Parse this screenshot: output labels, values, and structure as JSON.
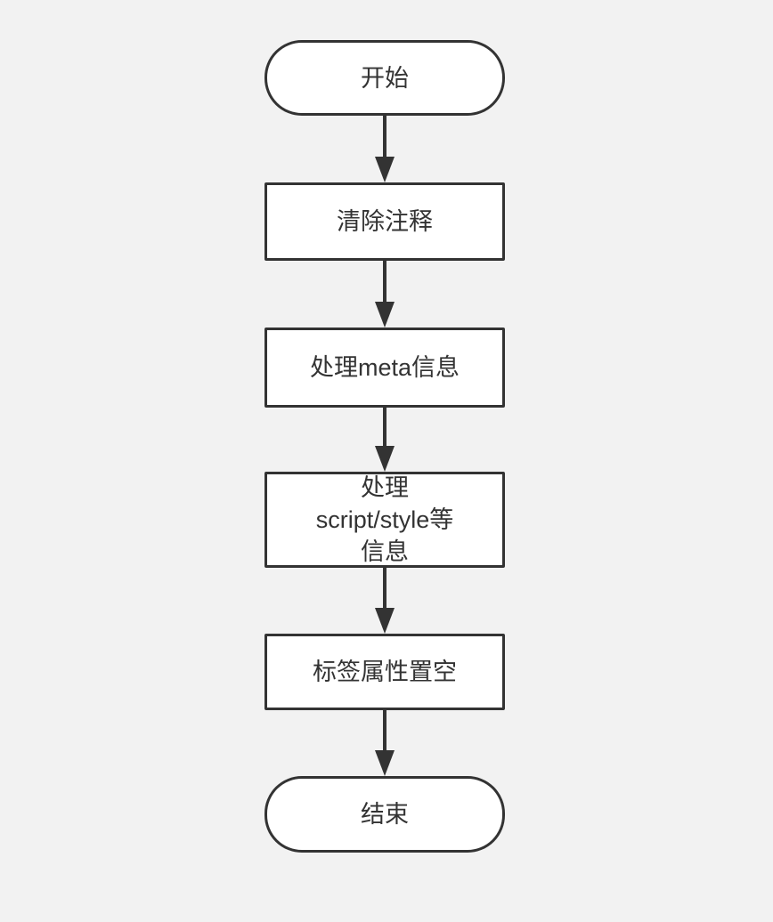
{
  "canvas": {
    "background_color": "#f2f2f2",
    "node_fill_color": "#ffffff",
    "stroke_color": "#333333",
    "text_color": "#333333"
  },
  "flowchart": {
    "direction": "top-down",
    "nodes": [
      {
        "id": "start",
        "type": "terminal",
        "label": "开始"
      },
      {
        "id": "clear-comments",
        "type": "process",
        "label": "清除注释"
      },
      {
        "id": "process-meta",
        "type": "process",
        "label": "处理meta信息"
      },
      {
        "id": "process-script-style",
        "type": "process",
        "label": "处理\nscript/style等\n信息"
      },
      {
        "id": "clear-tag-attributes",
        "type": "process",
        "label": "标签属性置空"
      },
      {
        "id": "end",
        "type": "terminal",
        "label": "结束"
      }
    ],
    "edges": [
      {
        "from": "start",
        "to": "clear-comments"
      },
      {
        "from": "clear-comments",
        "to": "process-meta"
      },
      {
        "from": "process-meta",
        "to": "process-script-style"
      },
      {
        "from": "process-script-style",
        "to": "clear-tag-attributes"
      },
      {
        "from": "clear-tag-attributes",
        "to": "end"
      }
    ]
  }
}
